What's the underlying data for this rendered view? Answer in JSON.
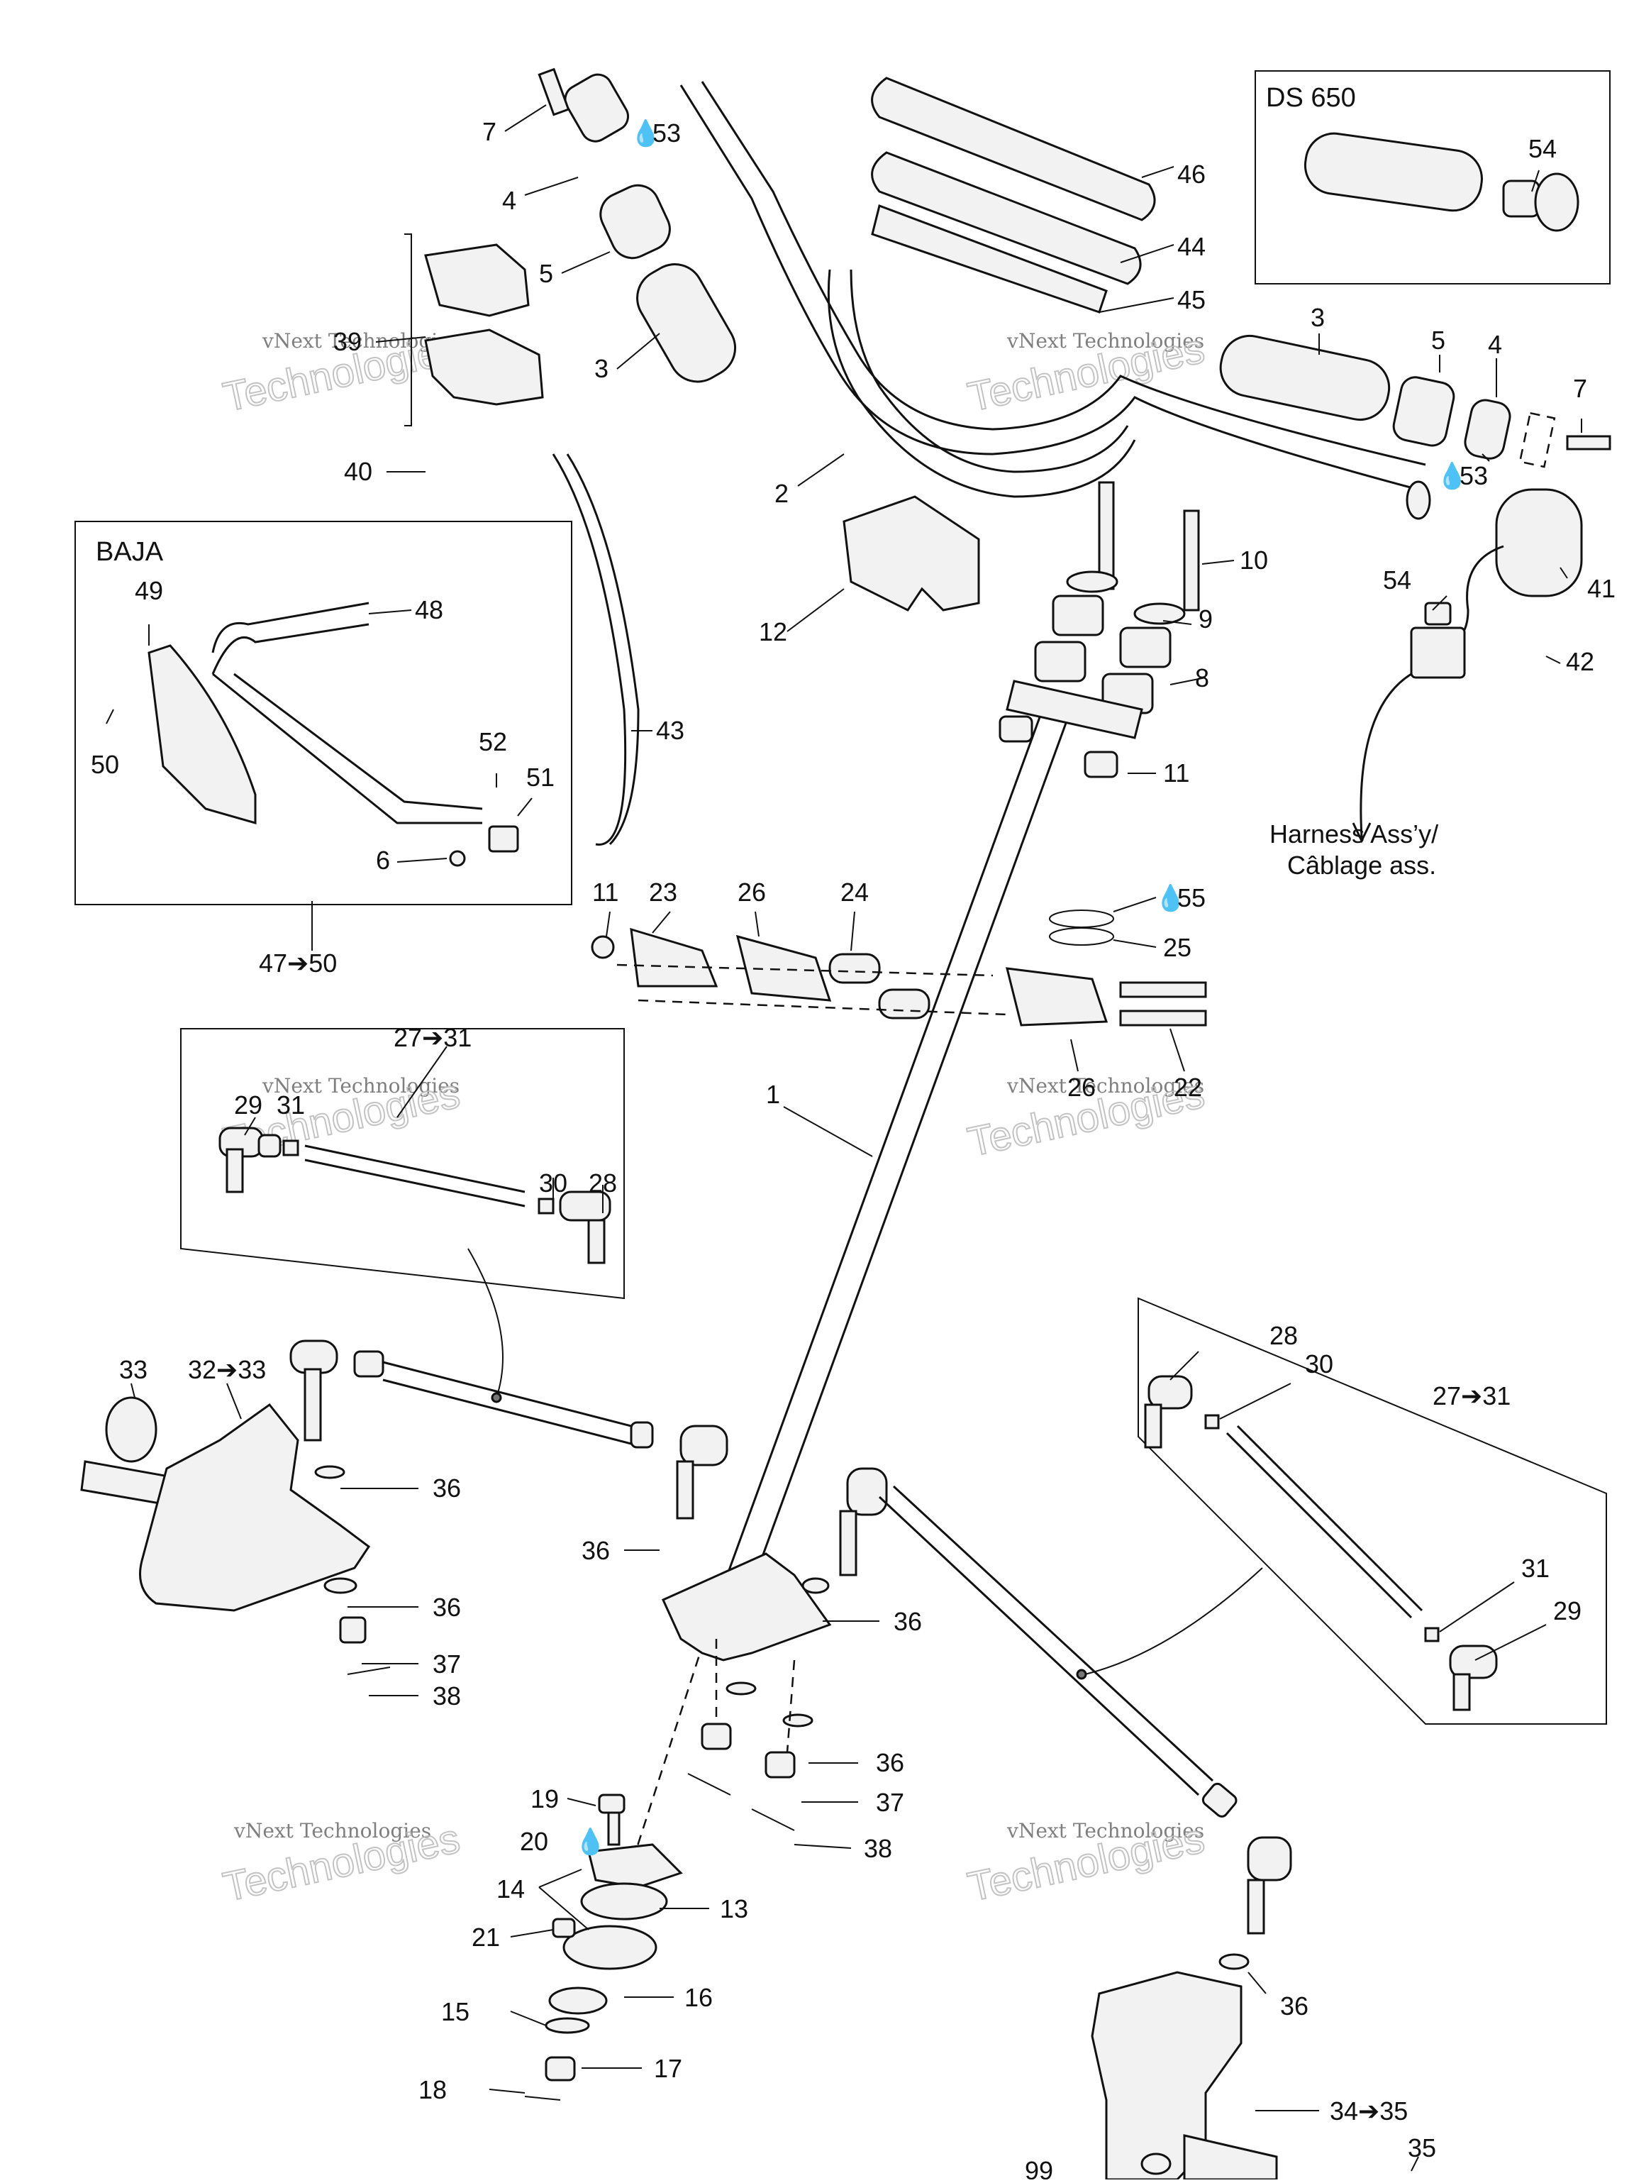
{
  "boxes": {
    "ds650": "DS 650",
    "baja": "BAJA",
    "baja_range": "47➔50",
    "tierod_range_top": "27➔31",
    "tierod_range_right": "27➔31"
  },
  "harness": {
    "line1": "Harness Ass’y/",
    "line2": "Câblage ass."
  },
  "watermark": {
    "small": "vNext Technologies",
    "big": "Technologies",
    "vnext": "vNext"
  },
  "labels": {
    "l7a": "7",
    "l53a": "53",
    "l4a": "4",
    "l5a": "5",
    "l3a": "3",
    "l39": "39",
    "l40": "40",
    "l2": "2",
    "l12": "12",
    "l43": "43",
    "l46": "46",
    "l44": "44",
    "l45": "45",
    "l3b": "3",
    "l5b": "5",
    "l4b": "4",
    "l7b": "7",
    "l53b": "53",
    "l54a": "54",
    "l41": "41",
    "l54b": "54",
    "l42": "42",
    "l10": "10",
    "l9": "9",
    "l8": "8",
    "l11a": "11",
    "l49": "49",
    "l48": "48",
    "l50": "50",
    "l52": "52",
    "l51": "51",
    "l6": "6",
    "l11b": "11",
    "l23": "23",
    "l26a": "26",
    "l24": "24",
    "l55": "55",
    "l25": "25",
    "l26b": "26",
    "l22": "22",
    "l1": "1",
    "l29a": "29",
    "l31a": "31",
    "l30a": "30",
    "l28a": "28",
    "l33": "33",
    "l3233": "32➔33",
    "l36a": "36",
    "l36b": "36",
    "l36c": "36",
    "l37a": "37",
    "l38a": "38",
    "l36d": "36",
    "l36e": "36",
    "l37b": "37",
    "l38b": "38",
    "l19": "19",
    "l20": "20",
    "l14": "14",
    "l13": "13",
    "l21": "21",
    "l16": "16",
    "l15": "15",
    "l17": "17",
    "l18": "18",
    "l28b": "28",
    "l30b": "30",
    "l31b": "31",
    "l29b": "29",
    "l36f": "36",
    "l3435": "34➔35",
    "l35": "35",
    "l99": "99"
  },
  "icons": [
    "oil-drop-icon",
    "arrow-right-icon"
  ]
}
